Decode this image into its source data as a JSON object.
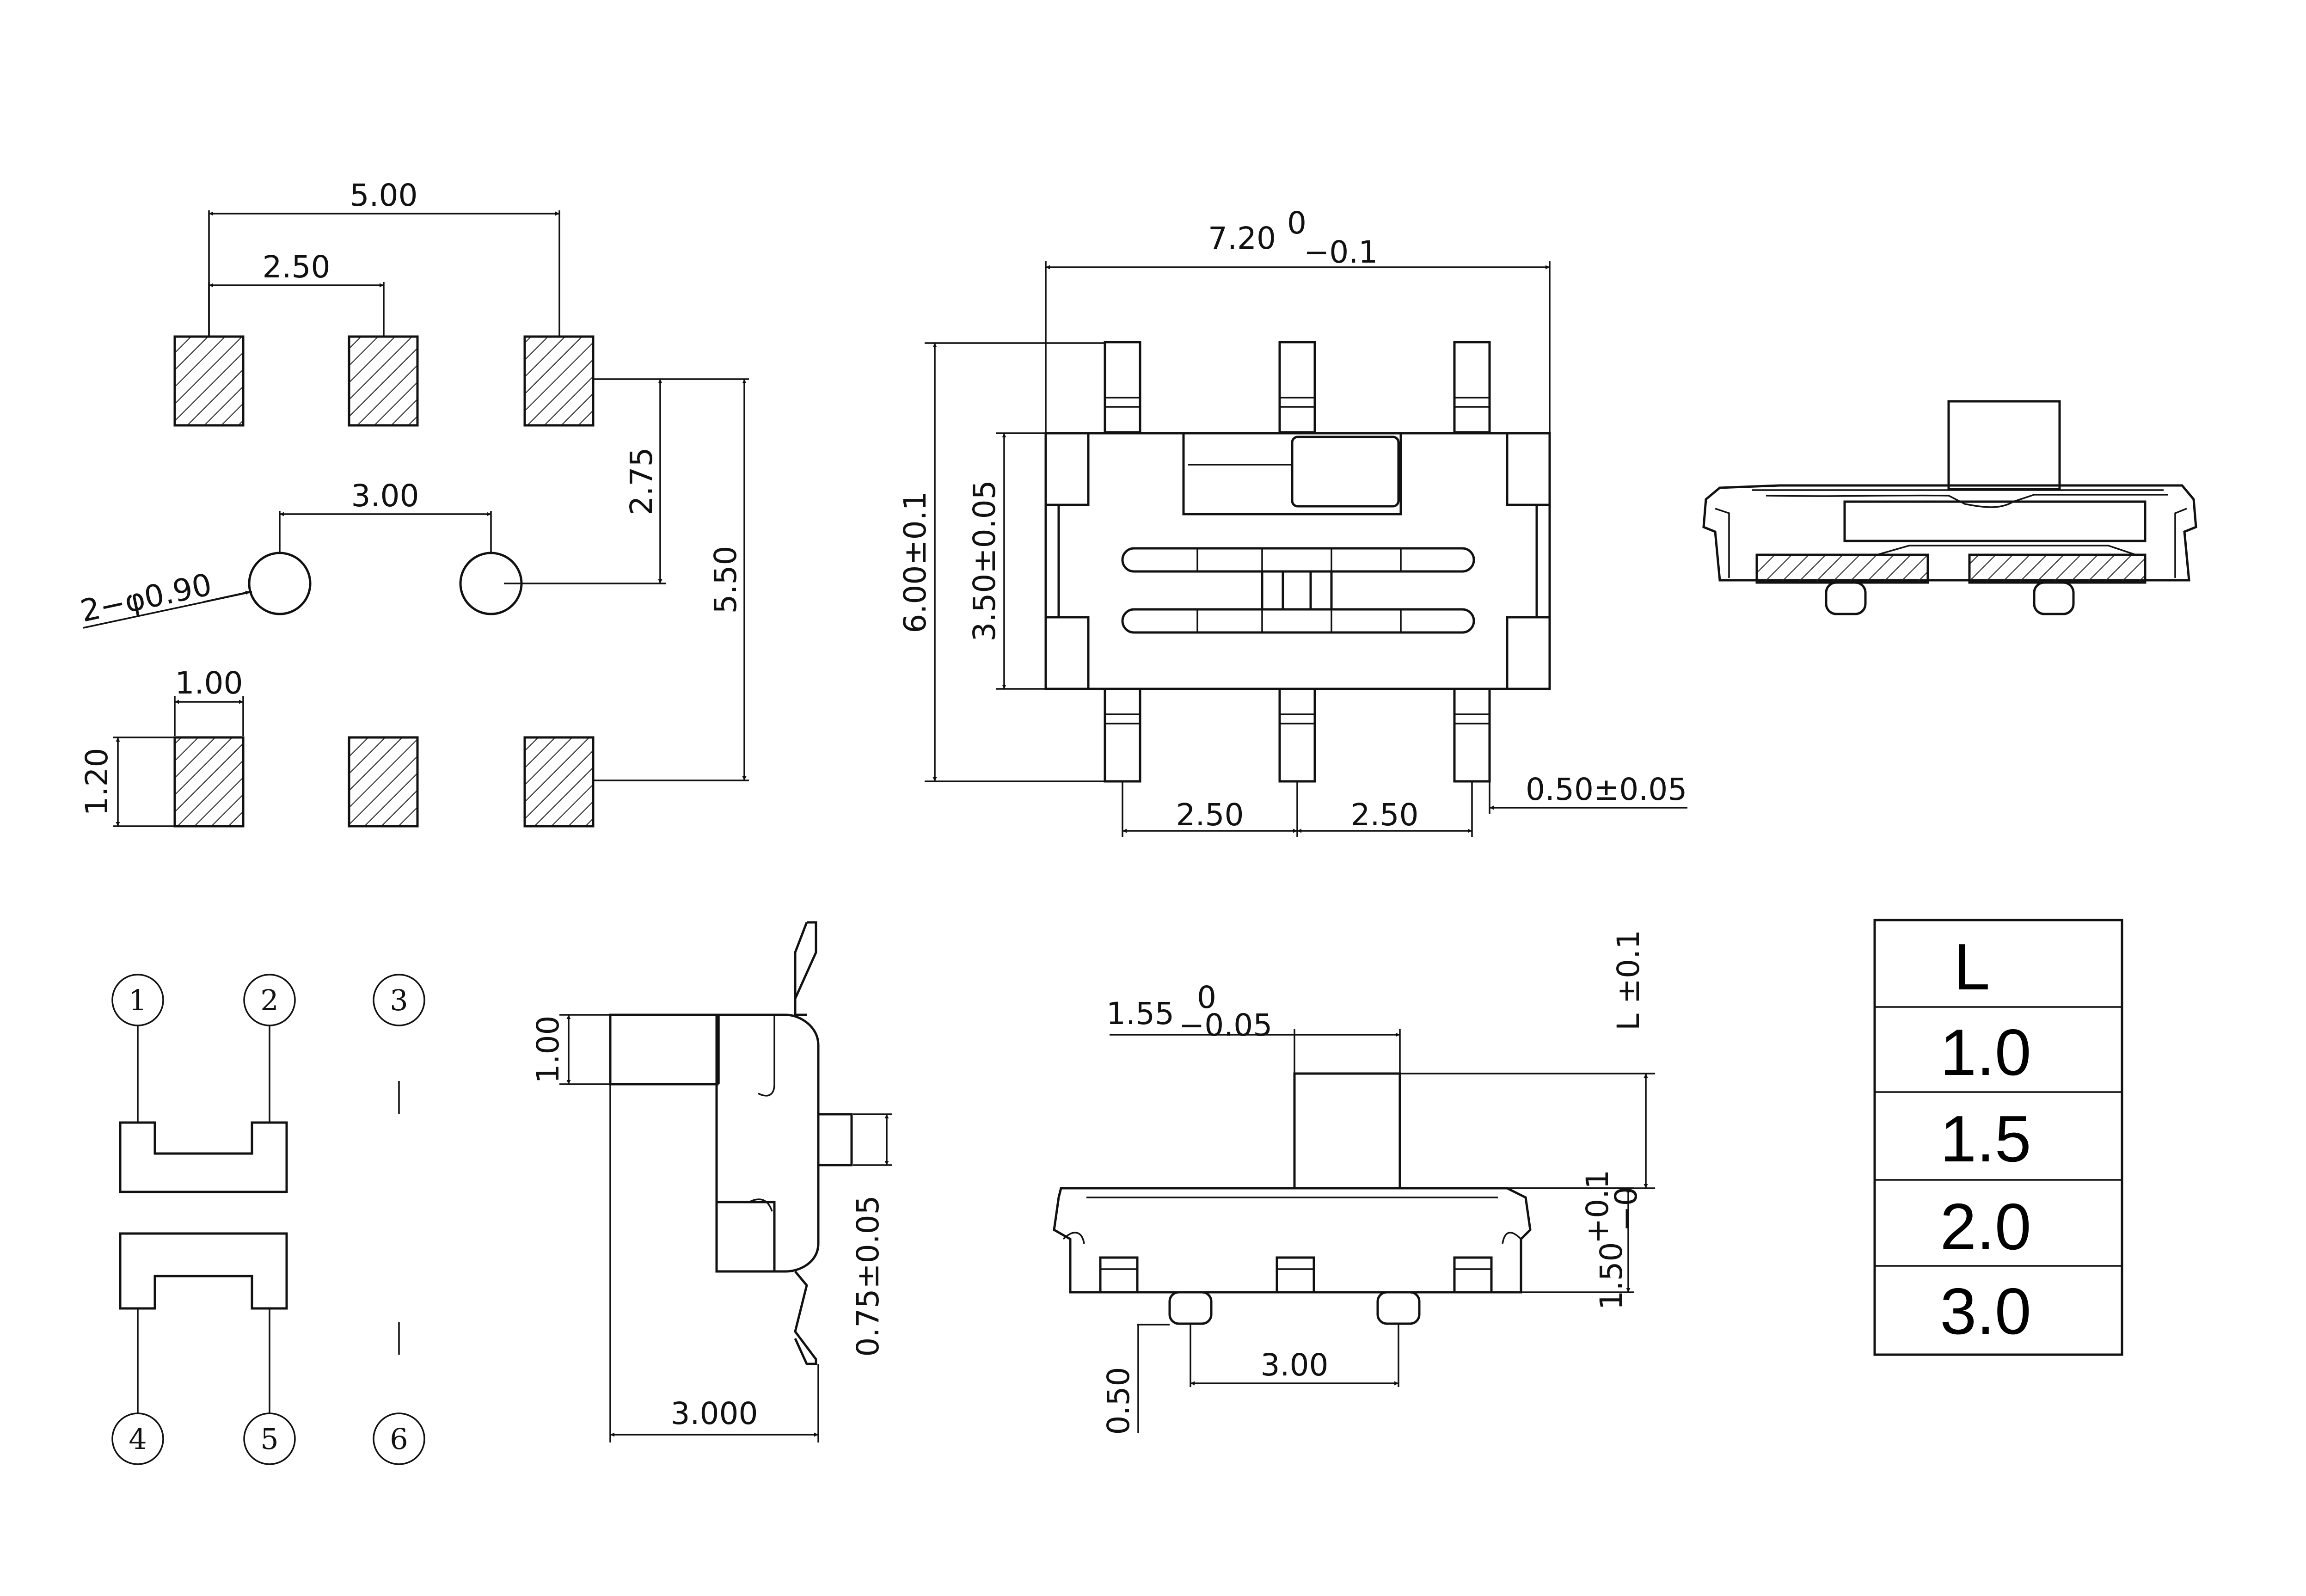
{
  "footprint": {
    "d_5_00": "5.00",
    "d_2_50": "2.50",
    "d_3_00": "3.00",
    "d_hole": "2−φ0.90",
    "d_2_75": "2.75",
    "d_5_50": "5.50",
    "d_1_00": "1.00",
    "d_1_20": "1.20"
  },
  "top_view": {
    "width_nom": "7.20",
    "width_tol_up": "0",
    "width_tol_dn": "−0.1",
    "d_6_00": "6.00±0.1",
    "d_3_50": "3.50±0.05",
    "pitch_a": "2.50",
    "pitch_b": "2.50",
    "pin_width": "0.50±0.05"
  },
  "schematic": {
    "pins": [
      "1",
      "2",
      "3",
      "4",
      "5",
      "6"
    ]
  },
  "side_view": {
    "d_1_00": "1.00",
    "d_0_75": "0.75±0.05",
    "d_3_000": "3.000"
  },
  "front_view": {
    "actuator_nom": "1.55",
    "actuator_tol_up": "0",
    "actuator_tol_dn": "−0.05",
    "d_L": "L ±0.1",
    "h_nom": "1.50",
    "h_tol_up": "+0.1",
    "h_tol_dn": "−0",
    "d_0_50": "0.50",
    "d_3_00": "3.00"
  },
  "l_table": {
    "header": "L",
    "rows": [
      "1.0",
      "1.5",
      "2.0",
      "3.0"
    ]
  }
}
